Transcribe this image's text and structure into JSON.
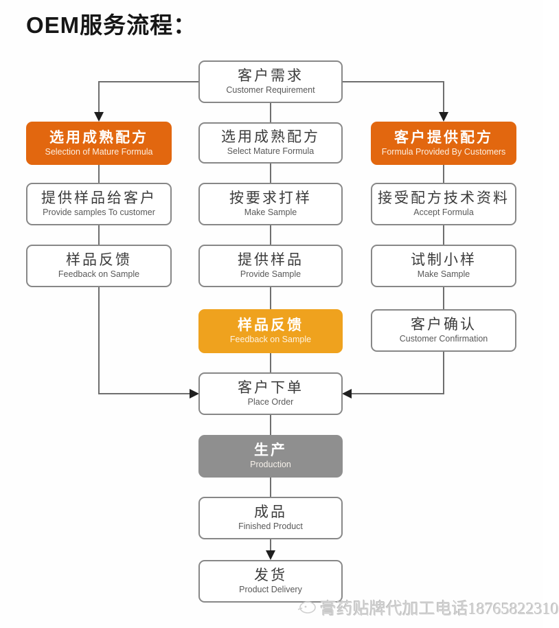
{
  "page_title": "OEM服务流程：",
  "colors": {
    "orange_dark": "#e2670f",
    "orange_light": "#efa21e",
    "gray_box": "#8f8f8f",
    "border_gray": "#878787",
    "text_zh": "#3b3b3b",
    "text_en": "#585858",
    "line": "#6e6e6e",
    "arrow": "#1f1f1f"
  },
  "nodes": {
    "customer_requirement": {
      "title": "客户需求",
      "subtitle": "Customer Requirement"
    },
    "selection_mature_formula": {
      "title": "选用成熟配方",
      "subtitle": "Selection of Mature Formula"
    },
    "select_mature_formula": {
      "title": "选用成熟配方",
      "subtitle": "Select Mature Formula"
    },
    "formula_provided_by_customers": {
      "title": "客户提供配方",
      "subtitle": "Formula  Provided By Customers"
    },
    "provide_samples_to_customer": {
      "title": "提供样品给客户",
      "subtitle": "Provide samples To customer"
    },
    "make_sample_mid": {
      "title": "按要求打样",
      "subtitle": "Make Sample"
    },
    "accept_formula": {
      "title": "接受配方技术资料",
      "subtitle": "Accept Formula"
    },
    "feedback_on_sample_left": {
      "title": "样品反馈",
      "subtitle": "Feedback on Sample"
    },
    "provide_sample_mid": {
      "title": "提供样品",
      "subtitle": "Provide Sample"
    },
    "make_small_sample": {
      "title": "试制小样",
      "subtitle": "Make Sample"
    },
    "feedback_on_sample_mid": {
      "title": "样品反馈",
      "subtitle": "Feedback on Sample"
    },
    "customer_confirmation": {
      "title": "客户确认",
      "subtitle": "Customer Confirmation"
    },
    "place_order": {
      "title": "客户下单",
      "subtitle": "Place Order"
    },
    "production": {
      "title": "生产",
      "subtitle": "Production"
    },
    "finished_product": {
      "title": "成品",
      "subtitle": "Finished Product"
    },
    "product_delivery": {
      "title": "发货",
      "subtitle": "Product Delivery"
    }
  },
  "watermark": {
    "text": "膏药贴牌代加工电话18765822310"
  }
}
